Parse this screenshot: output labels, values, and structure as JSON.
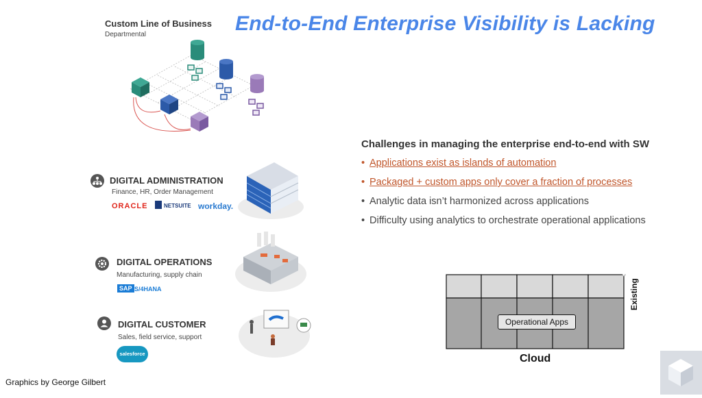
{
  "title": "End-to-End Enterprise Visibility is Lacking",
  "lob": {
    "title": "Custom Line of Business",
    "subtitle": "Departmental"
  },
  "sections": [
    {
      "title": "DIGITAL ADMINISTRATION",
      "subtitle": "Finance, HR, Order Management",
      "icon": "org-chart-icon",
      "logos": [
        "ORACLE",
        "NETSUITE",
        "workday."
      ]
    },
    {
      "title": "DIGITAL OPERATIONS",
      "subtitle": "Manufacturing, supply chain",
      "icon": "gear-icon",
      "logos": [
        "SAP",
        "S/4HANA"
      ]
    },
    {
      "title": "DIGITAL CUSTOMER",
      "subtitle": "Sales, field service, support",
      "icon": "person-icon",
      "logos": [
        "salesforce"
      ]
    }
  ],
  "challenges": {
    "heading": "Challenges in managing the enterprise end-to-end with SW",
    "bullets": [
      "Applications exist as islands of automation",
      "Packaged + custom apps only cover a fraction of processes",
      "Analytic data isn’t harmonized across applications",
      "Difficulty using analytics to orchestrate operational applications"
    ]
  },
  "diagram": {
    "center_label": "Operational Apps",
    "bottom_label": "Cloud",
    "side_label": "Existing"
  },
  "caption": "Graphics by George Gilbert",
  "colors": {
    "title": "#4a86e8",
    "highlight": "#c0562b",
    "teal": "#2a8c7a",
    "blue": "#2c5aa8",
    "purple": "#9a7ab8",
    "grid_top": "#d9d9d9",
    "grid_bottom": "#a6a6a6"
  }
}
